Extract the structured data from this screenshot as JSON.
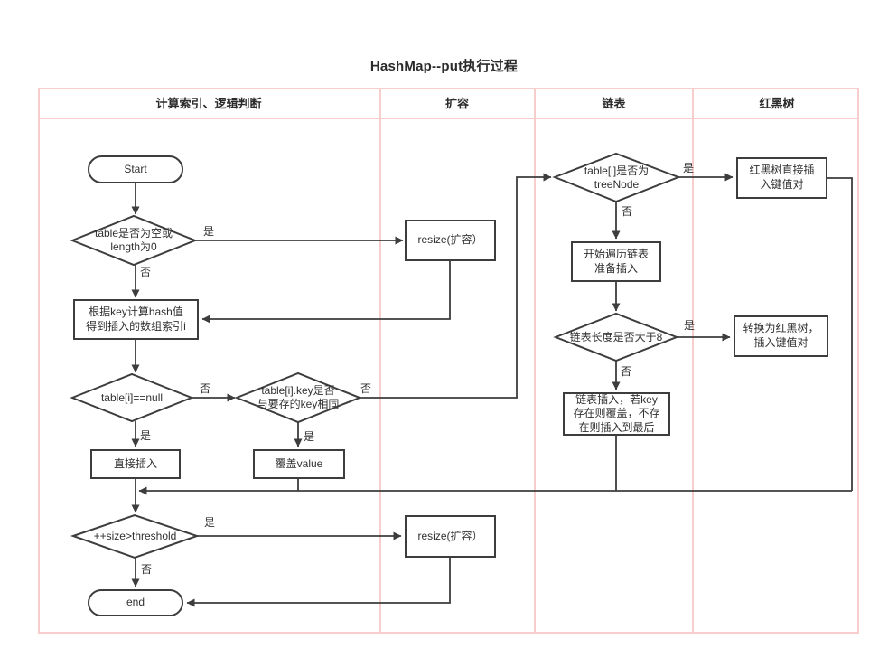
{
  "title": "HashMap--put执行过程",
  "lanes": {
    "lane1": "计算索引、逻辑判断",
    "lane2": "扩容",
    "lane3": "链表",
    "lane4": "红黑树"
  },
  "nodes": {
    "start": "Start",
    "check_empty": "table是否为空或\nlength为0",
    "resize_top": "resize(扩容）",
    "calc_hash": "根据key计算hash值\n得到插入的数组索引i",
    "check_null": "table[i]==null",
    "check_same_key": "table[i].key是否\n与要存的key相同",
    "direct_insert": "直接插入",
    "override_value": "覆盖value",
    "check_treenode": "table[i]是否为\ntreeNode",
    "rbtree_insert": "红黑树直接插\n入键值对",
    "traverse_list": "开始遍历链表\n准备插入",
    "check_length": "链表长度是否大于8",
    "convert_rbtree": "转换为红黑树，\n插入键值对",
    "list_insert": "链表插入，若key\n存在则覆盖，不存\n在则插入到最后",
    "check_threshold": "++size>threshold",
    "end": "end",
    "resize_bottom": "resize(扩容）"
  },
  "labels": {
    "yes": "是",
    "no": "否"
  },
  "colors": {
    "lane_border": "#f8cecc",
    "shape_stroke": "#3d3d3d",
    "text": "#303030"
  }
}
